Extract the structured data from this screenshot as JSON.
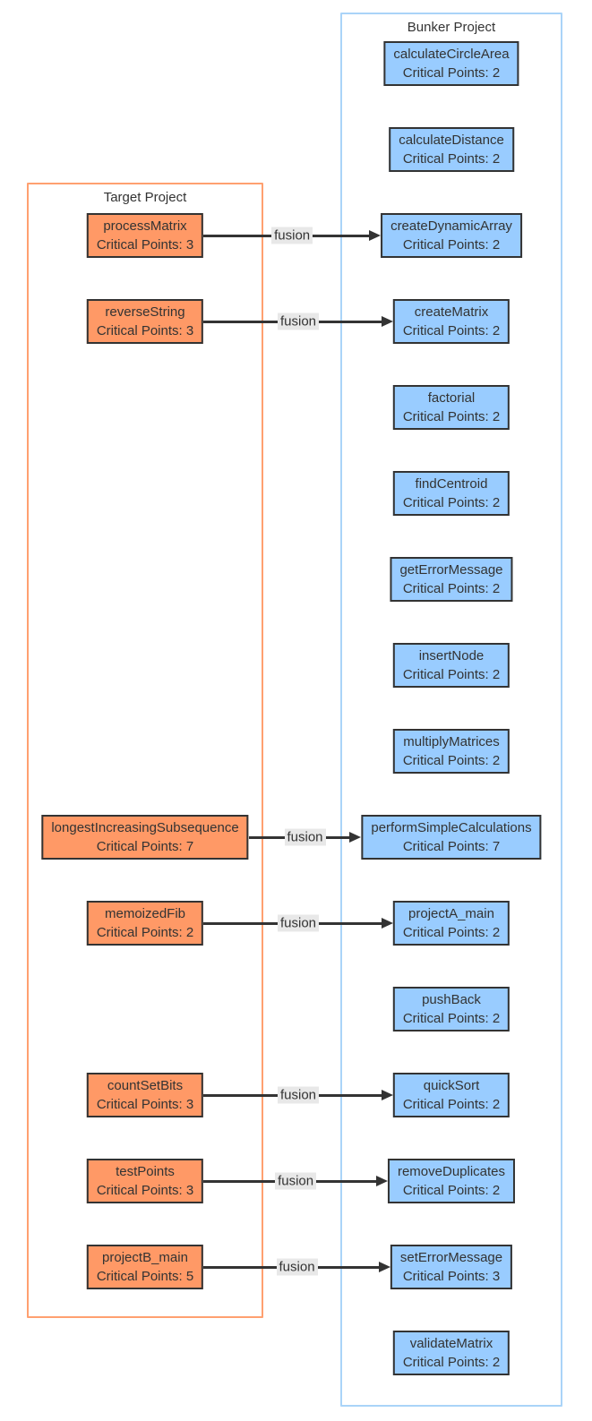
{
  "diagram": {
    "target": {
      "title": "Target Project",
      "nodes": [
        {
          "name": "processMatrix",
          "critical_points": 3,
          "critical_line": "Critical Points: 3"
        },
        {
          "name": "reverseString",
          "critical_points": 3,
          "critical_line": "Critical Points: 3"
        },
        {
          "name": "longestIncreasingSubsequence",
          "critical_points": 7,
          "critical_line": "Critical Points: 7"
        },
        {
          "name": "memoizedFib",
          "critical_points": 2,
          "critical_line": "Critical Points: 2"
        },
        {
          "name": "countSetBits",
          "critical_points": 3,
          "critical_line": "Critical Points: 3"
        },
        {
          "name": "testPoints",
          "critical_points": 3,
          "critical_line": "Critical Points: 3"
        },
        {
          "name": "projectB_main",
          "critical_points": 5,
          "critical_line": "Critical Points: 5"
        }
      ]
    },
    "bunker": {
      "title": "Bunker Project",
      "nodes": [
        {
          "name": "calculateCircleArea",
          "critical_points": 2,
          "critical_line": "Critical Points: 2"
        },
        {
          "name": "calculateDistance",
          "critical_points": 2,
          "critical_line": "Critical Points: 2"
        },
        {
          "name": "createDynamicArray",
          "critical_points": 2,
          "critical_line": "Critical Points: 2"
        },
        {
          "name": "createMatrix",
          "critical_points": 2,
          "critical_line": "Critical Points: 2"
        },
        {
          "name": "factorial",
          "critical_points": 2,
          "critical_line": "Critical Points: 2"
        },
        {
          "name": "findCentroid",
          "critical_points": 2,
          "critical_line": "Critical Points: 2"
        },
        {
          "name": "getErrorMessage",
          "critical_points": 2,
          "critical_line": "Critical Points: 2"
        },
        {
          "name": "insertNode",
          "critical_points": 2,
          "critical_line": "Critical Points: 2"
        },
        {
          "name": "multiplyMatrices",
          "critical_points": 2,
          "critical_line": "Critical Points: 2"
        },
        {
          "name": "performSimpleCalculations",
          "critical_points": 7,
          "critical_line": "Critical Points: 7"
        },
        {
          "name": "projectA_main",
          "critical_points": 2,
          "critical_line": "Critical Points: 2"
        },
        {
          "name": "pushBack",
          "critical_points": 2,
          "critical_line": "Critical Points: 2"
        },
        {
          "name": "quickSort",
          "critical_points": 2,
          "critical_line": "Critical Points: 2"
        },
        {
          "name": "removeDuplicates",
          "critical_points": 2,
          "critical_line": "Critical Points: 2"
        },
        {
          "name": "setErrorMessage",
          "critical_points": 3,
          "critical_line": "Critical Points: 3"
        },
        {
          "name": "validateMatrix",
          "critical_points": 2,
          "critical_line": "Critical Points: 2"
        }
      ]
    },
    "links": [
      {
        "source": "processMatrix",
        "target": "createDynamicArray",
        "label": "fusion"
      },
      {
        "source": "reverseString",
        "target": "createMatrix",
        "label": "fusion"
      },
      {
        "source": "longestIncreasingSubsequence",
        "target": "performSimpleCalculations",
        "label": "fusion"
      },
      {
        "source": "memoizedFib",
        "target": "projectA_main",
        "label": "fusion"
      },
      {
        "source": "countSetBits",
        "target": "quickSort",
        "label": "fusion"
      },
      {
        "source": "testPoints",
        "target": "removeDuplicates",
        "label": "fusion"
      },
      {
        "source": "projectB_main",
        "target": "setErrorMessage",
        "label": "fusion"
      }
    ],
    "colors": {
      "target_node_fill": "#ff9966",
      "target_container_border": "#ffa070",
      "bunker_node_fill": "#99ccff",
      "bunker_container_border": "#aad4f8",
      "node_border": "#333333",
      "edge_color": "#333333",
      "edge_label_bg": "#e8e8e8",
      "text_color": "#333333",
      "background": "#ffffff"
    }
  }
}
